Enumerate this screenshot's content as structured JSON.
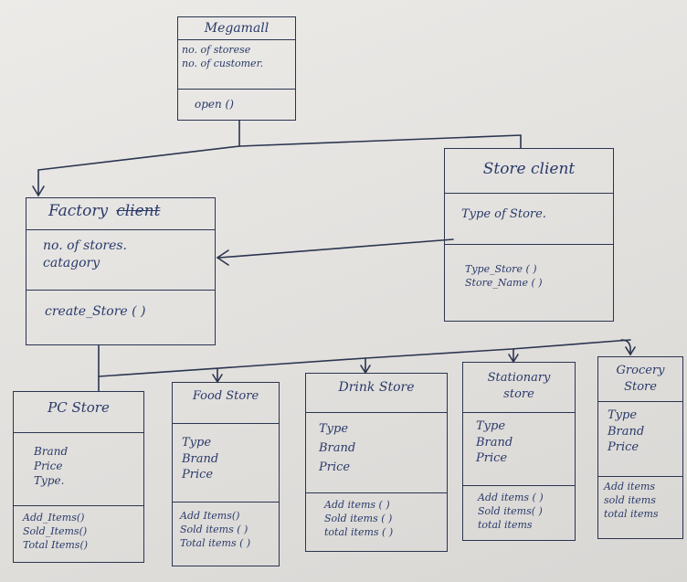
{
  "classes": {
    "megamall": {
      "name": "Megamall",
      "attributes": [
        "no. of storese",
        "no. of customer."
      ],
      "methods": [
        "open ()"
      ]
    },
    "factory": {
      "name": "Factory",
      "name_struck": "client",
      "attributes": [
        "no. of stores.",
        "catagory"
      ],
      "methods": [
        "create_Store ( )"
      ]
    },
    "store_client": {
      "name": "Store client",
      "attributes": [
        "Type of Store."
      ],
      "methods": [
        "Type_Store ( )",
        "Store_Name ( )"
      ]
    },
    "pc_store": {
      "name": "PC Store",
      "attributes": [
        "Brand",
        "Price",
        "Type."
      ],
      "methods": [
        "Add_Items()",
        "Sold_Items()",
        "Total Items()"
      ]
    },
    "food_store": {
      "name": "Food Store",
      "attributes": [
        "Type",
        "Brand",
        "Price"
      ],
      "methods": [
        "Add Items()",
        "Sold items ( )",
        "Total items ( )"
      ]
    },
    "drink_store": {
      "name": "Drink Store",
      "attributes": [
        "Type",
        "Brand",
        "Price"
      ],
      "methods": [
        "Add items ( )",
        "Sold items ( )",
        "total items ( )"
      ]
    },
    "stationary_store": {
      "name_line1": "Stationary",
      "name_line2": "store",
      "attributes": [
        "Type",
        "Brand",
        "Price"
      ],
      "methods": [
        "Add items ( )",
        "Sold items( )",
        "total items"
      ]
    },
    "grocery_store": {
      "name_line1": "Grocery",
      "name_line2": "Store",
      "attributes": [
        "Type",
        "Brand",
        "Price"
      ],
      "methods": [
        "Add items",
        "sold items",
        "total items"
      ]
    }
  },
  "colors": {
    "ink": "#2a3a6a",
    "line": "#2b3550",
    "paper": "#e4e2df"
  }
}
